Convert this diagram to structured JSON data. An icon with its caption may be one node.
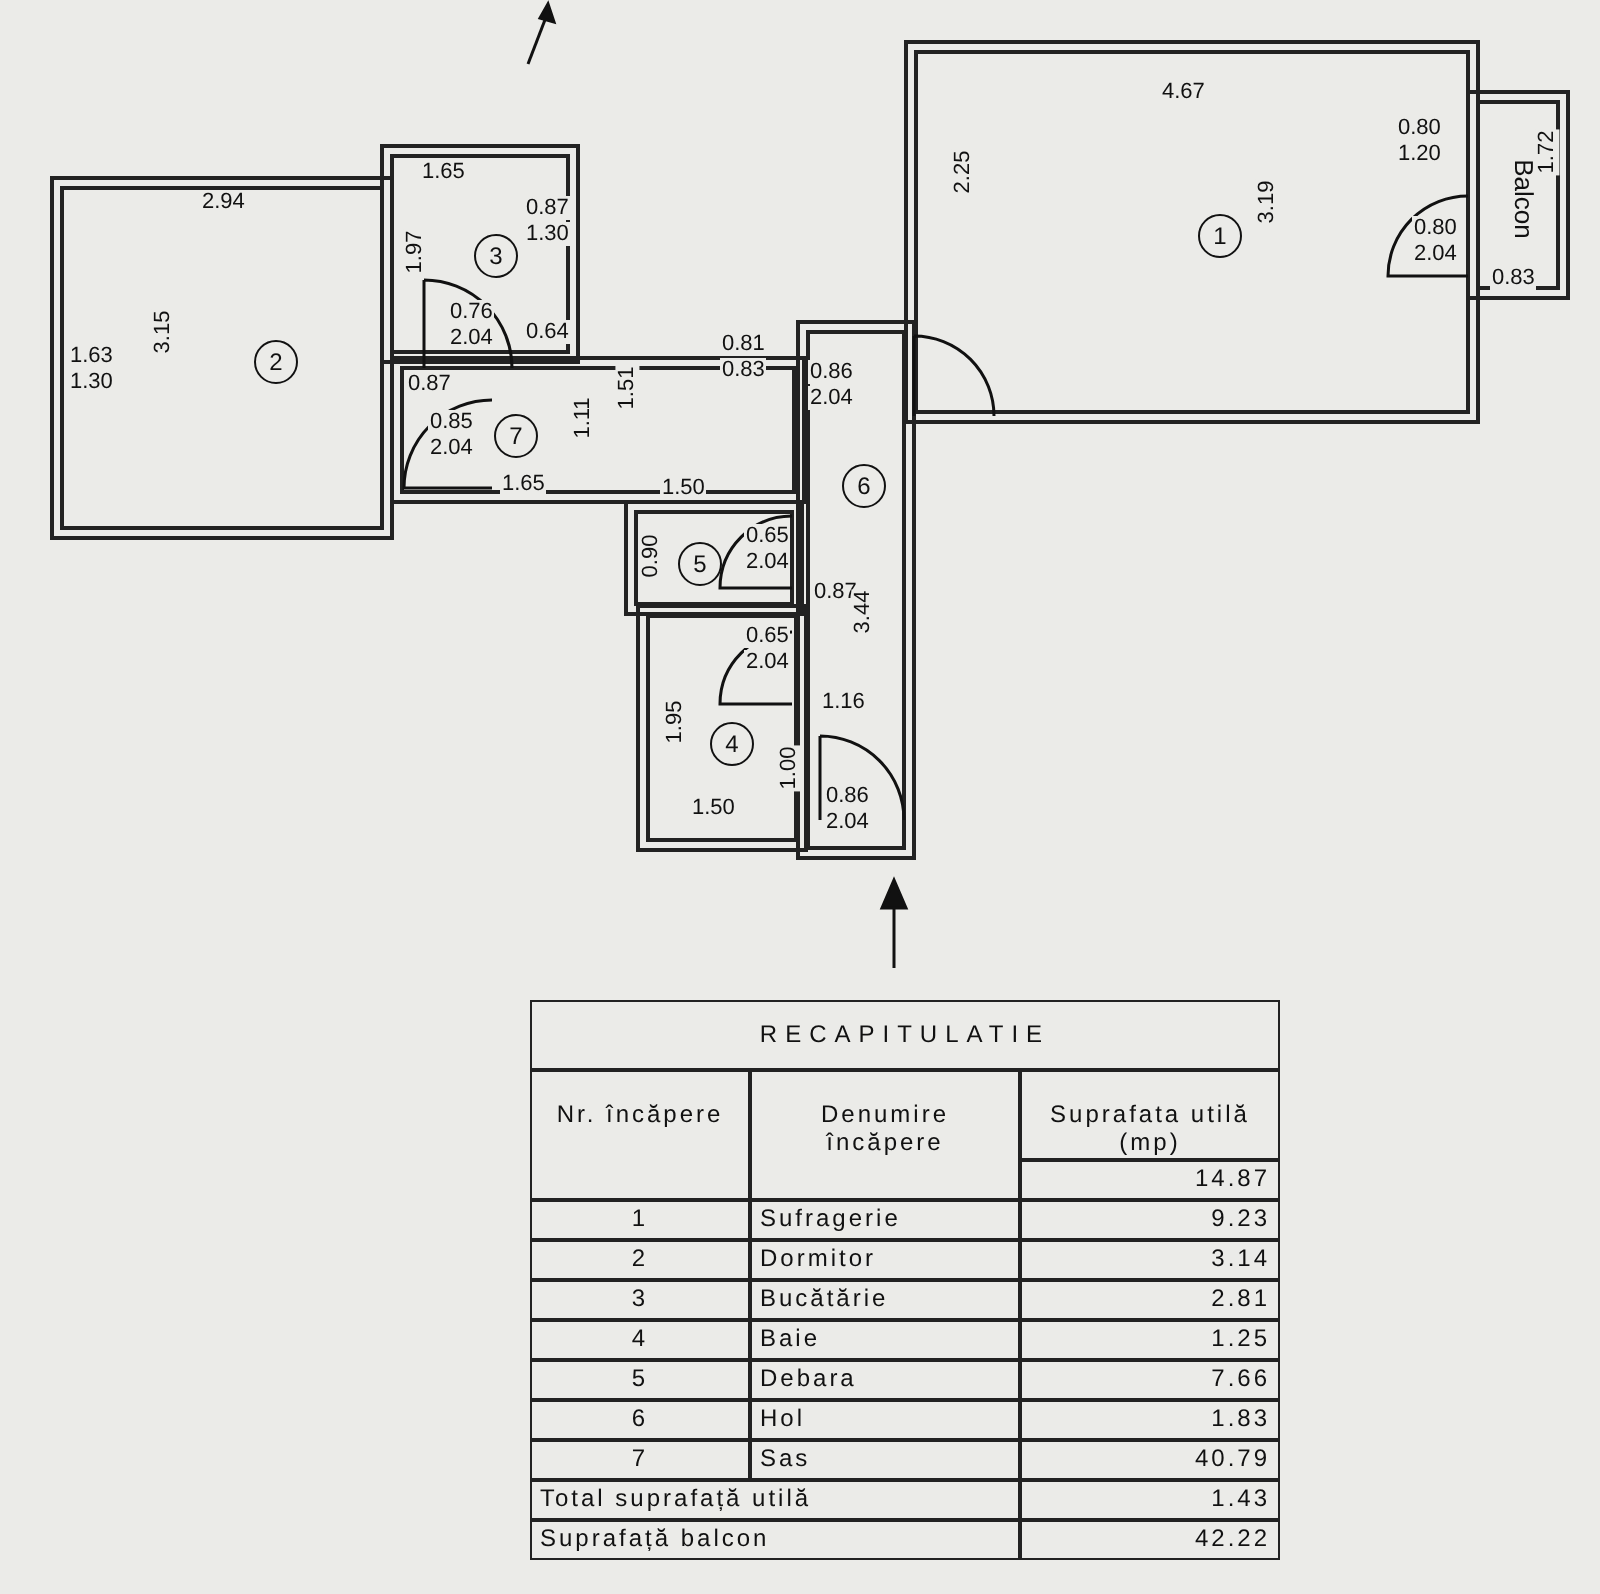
{
  "diagram": {
    "nodes": [
      {
        "text": [
          "2"
        ]
      },
      {
        "text": [
          "3"
        ]
      },
      {
        "text": [
          "1"
        ]
      },
      {
        "text": [
          "Balcon"
        ]
      },
      {
        "text": [
          "7"
        ]
      },
      {
        "text": [
          "6"
        ]
      },
      {
        "text": [
          "5"
        ]
      },
      {
        "text": [
          "4"
        ]
      }
    ],
    "labels": [
      "2.94",
      "1.65",
      "0.87",
      "1.30",
      "1.97",
      "1.63",
      "1.30",
      "3.15",
      "0.76",
      "2.04",
      "0.64",
      "0.87",
      "0.85",
      "2.04",
      "1.11",
      "1.65",
      "1.51",
      "0.81",
      "0.83",
      "0.86",
      "2.04",
      "2.25",
      "4.67",
      "3.19",
      "0.80",
      "1.20",
      "0.80",
      "2.04",
      "1.72",
      "0.83",
      "1.50",
      "0.90",
      "0.65",
      "2.04",
      "0.87",
      "0.65",
      "2.04",
      "3.44",
      "1.95",
      "1.16",
      "1.00",
      "1.50",
      "0.86",
      "2.04",
      "RECAPITULATIE",
      "Nr. încăpere",
      "Denumire încăpere",
      "Suprafata utilă (mp)",
      "14.87",
      "1",
      "Sufragerie",
      "9.23",
      "2",
      "Dormitor",
      "3.14",
      "3",
      "Bucătărie",
      "2.81",
      "4",
      "Baie",
      "1.25",
      "5",
      "Debara",
      "7.66",
      "6",
      "Hol",
      "1.83",
      "7",
      "Sas",
      "40.79",
      "Total suprafață utilă",
      "1.43",
      "Suprafață balcon",
      "42.22"
    ]
  }
}
